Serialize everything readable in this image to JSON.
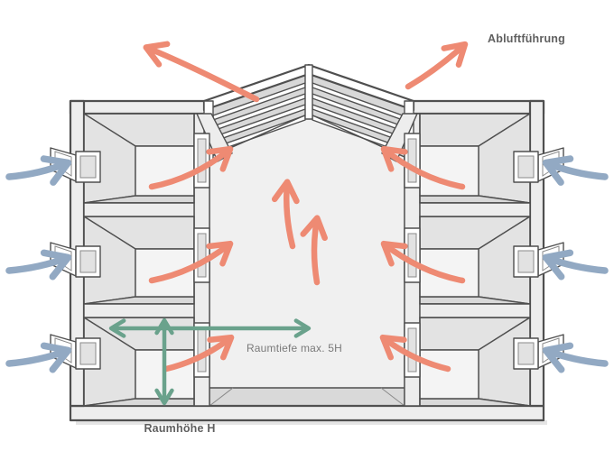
{
  "labels": {
    "exhaust_label": "Abluftführung",
    "room_depth_label": "Raumtiefe max. 5H",
    "room_height_label": "Raumhöhe H"
  },
  "colors": {
    "background": "#ffffff",
    "outline": "#4f4f4f",
    "wall_fill": "#ededed",
    "room_back_wall": "#f4f4f4",
    "room_side_wall": "#e3e3e3",
    "room_floor": "#d9d9d9",
    "atrium_fill": "#f0f0f0",
    "roof_backdrop": "#d8d8d8",
    "glass_fill": "#e2e2e2",
    "supply_arrow": "#92a9c3",
    "exhaust_arrow": "#ee8a73",
    "dimension_arrow": "#6aa28c",
    "label_dark": "#5f5f5f",
    "label_gray": "#7a7a7a"
  },
  "building": {
    "floors": 3,
    "rooms_per_side": 3,
    "facade_windows": 6,
    "atrium_vents": 6,
    "roof_type": "gabled louvre skylight"
  },
  "flows": {
    "supply_air": {
      "count": 6,
      "color": "#92a9c3"
    },
    "exhaust_air": {
      "count": 10,
      "color": "#ee8a73"
    },
    "dimension_arrows": {
      "count": 2,
      "color": "#6aa28c"
    }
  }
}
